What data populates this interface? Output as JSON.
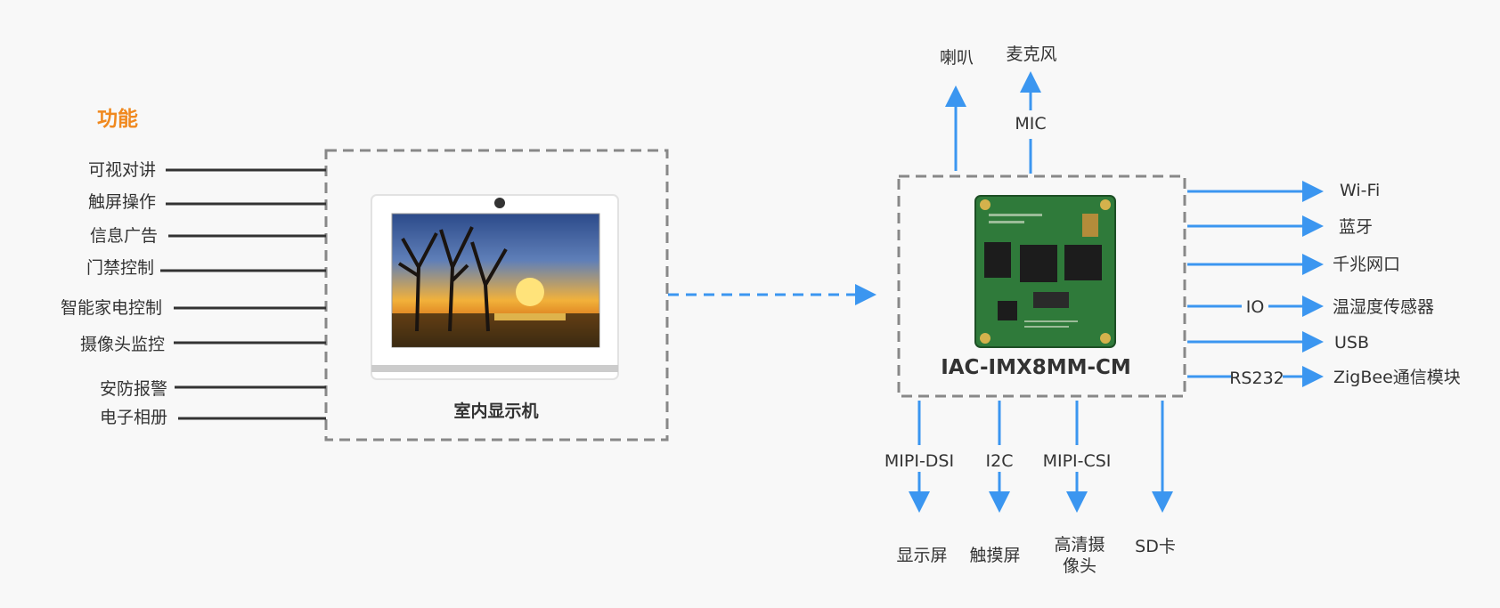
{
  "left": {
    "title": "功能",
    "functions": [
      "可视对讲",
      "触屏操作",
      "信息广告",
      "门禁控制",
      "智能家电控制",
      "摄像头监控",
      "安防报警",
      "电子相册"
    ]
  },
  "device": {
    "label": "室内显示机"
  },
  "module": {
    "label": "IAC-IMX8MM-CM"
  },
  "top": {
    "speaker": "喇叭",
    "mic": "麦克风",
    "mic_interface": "MIC"
  },
  "right": {
    "wifi": "Wi-Fi",
    "bluetooth": "蓝牙",
    "ethernet": "千兆网口",
    "io_interface": "IO",
    "sensor": "温湿度传感器",
    "usb": "USB",
    "rs232_interface": "RS232",
    "zigbee": "ZigBee通信模块"
  },
  "bottom": {
    "dsi_interface": "MIPI-DSI",
    "i2c_interface": "I2C",
    "csi_interface": "MIPI-CSI",
    "display": "显示屏",
    "touch": "触摸屏",
    "camera_line1": "高清摄",
    "camera_line2": "像头",
    "sdcard": "SD卡"
  },
  "colors": {
    "arrow": "#3b96f0",
    "title": "#f0891f",
    "line": "#333333",
    "dashed_border": "#888888",
    "pcb": "#2f7a3a"
  }
}
